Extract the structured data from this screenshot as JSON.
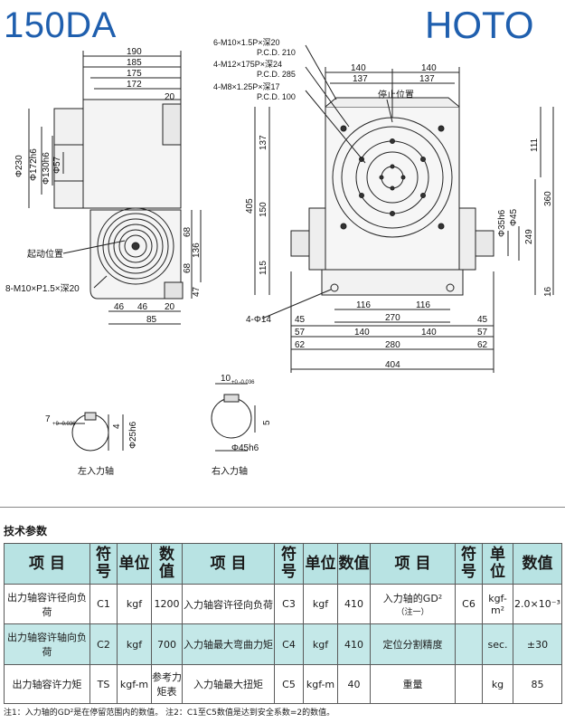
{
  "header": {
    "model": "150DA",
    "brand": "HOTO"
  },
  "drawing": {
    "side_view": {
      "widths": [
        "190",
        "185",
        "175",
        "172"
      ],
      "small_20_top": "20",
      "diameters": [
        "Φ230",
        "Φ172h6",
        "Φ130h6",
        "Φ57"
      ],
      "heights": [
        "68",
        "68",
        "136",
        "47"
      ],
      "bottom_widths": [
        "46",
        "46",
        "20",
        "85"
      ],
      "start_position": "起动位置",
      "tap_hole": "8-M10×P1.5×深20"
    },
    "front_view": {
      "hole_notes": [
        {
          "line1": "6-M10×1.5P×深20",
          "line2": "P.C.D. 210"
        },
        {
          "line1": "4-M12×175P×深24",
          "line2": "P.C.D. 285"
        },
        {
          "line1": "4-M8×1.25P×深17",
          "line2": "P.C.D. 100"
        }
      ],
      "stop_position": "停止位置",
      "top_widths": [
        "140",
        "140",
        "137",
        "137"
      ],
      "left_heights": [
        "137",
        "405",
        "150",
        "115"
      ],
      "right_dims": [
        "111",
        "360",
        "Φ35h6",
        "Φ45",
        "249",
        "16"
      ],
      "base_holes": "4-Φ14",
      "bottom_dims": [
        "116",
        "116",
        "270",
        "45",
        "45",
        "57",
        "140",
        "140",
        "57",
        "62",
        "280",
        "62",
        "404"
      ]
    },
    "shaft_details": {
      "left_key": "7",
      "left_key_tol": "+0 -0.036",
      "left_depth": "4",
      "left_dia": "Φ25h6",
      "right_key": "10",
      "right_key_tol": "+0 -0.036",
      "right_depth": "5",
      "right_dia": "Φ45h6",
      "left_caption": "左入力轴",
      "right_caption": "右入力轴"
    }
  },
  "specs": {
    "title": "技术参数",
    "header": {
      "item": "项 目",
      "code": "符号",
      "unit": "单位",
      "value": "数值"
    },
    "rows": [
      [
        {
          "item": "出力轴容许径向负荷",
          "code": "C1",
          "unit": "kgf",
          "value": "1200"
        },
        {
          "item": "入力轴容许径向负荷",
          "code": "C3",
          "unit": "kgf",
          "value": "410"
        },
        {
          "item": "入力轴的GD²",
          "item_sub": "（注一）",
          "code": "C6",
          "unit": "kgf-m²",
          "value": "2.0×10⁻³"
        }
      ],
      [
        {
          "item": "出力轴容许轴向负荷",
          "code": "C2",
          "unit": "kgf",
          "value": "700"
        },
        {
          "item": "入力轴最大弯曲力矩",
          "code": "C4",
          "unit": "kgf",
          "value": "410"
        },
        {
          "item": "定位分割精度",
          "code": "",
          "unit": "sec.",
          "value": "±30"
        }
      ],
      [
        {
          "item": "出力轴容许力矩",
          "code": "TS",
          "unit": "kgf-m",
          "value": "参考力矩表"
        },
        {
          "item": "入力轴最大扭矩",
          "code": "C5",
          "unit": "kgf-m",
          "value": "40"
        },
        {
          "item": "重量",
          "code": "",
          "unit": "kg",
          "value": "85"
        }
      ]
    ],
    "note": "注1：入力轴的GD²是在停留范围内的数值。 注2：C1至C5数值是达到安全系数=2的数值。"
  },
  "colors": {
    "title_blue": "#1f5fae",
    "header_teal": "#b8e3e3",
    "row_teal": "#c4e8e8"
  }
}
